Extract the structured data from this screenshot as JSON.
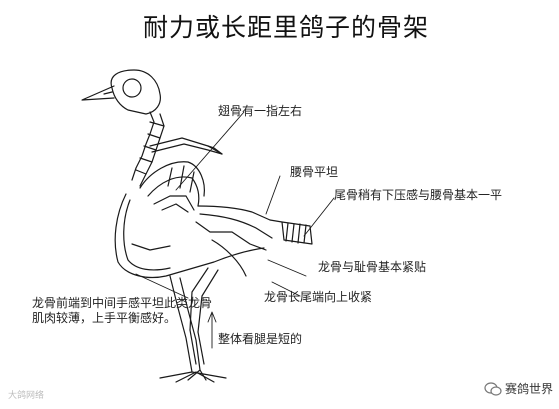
{
  "title": "耐力或长距里鸽子的骨架",
  "annotations": [
    {
      "id": "wing",
      "text": "翅骨有一指左右"
    },
    {
      "id": "lumbar",
      "text": "腰骨平坦"
    },
    {
      "id": "tail",
      "text": "尾骨稍有下压感与腰骨基本一平"
    },
    {
      "id": "keel-pubis",
      "text": "龙骨与耻骨基本紧贴"
    },
    {
      "id": "keel-rear",
      "text": "龙骨长尾端向上收紧"
    },
    {
      "id": "keel-front",
      "text": "龙骨前端到中间手感平坦此类龙骨肌肉较薄，上手平衡感好。"
    },
    {
      "id": "legs",
      "text": "整体看腿是短的"
    }
  ],
  "watermark": {
    "left_text": "大鸽网络",
    "right_text": "赛鸽世界"
  },
  "colors": {
    "line": "#1a1a1a",
    "label": "#222222",
    "watermark": "#bdbdbd"
  }
}
